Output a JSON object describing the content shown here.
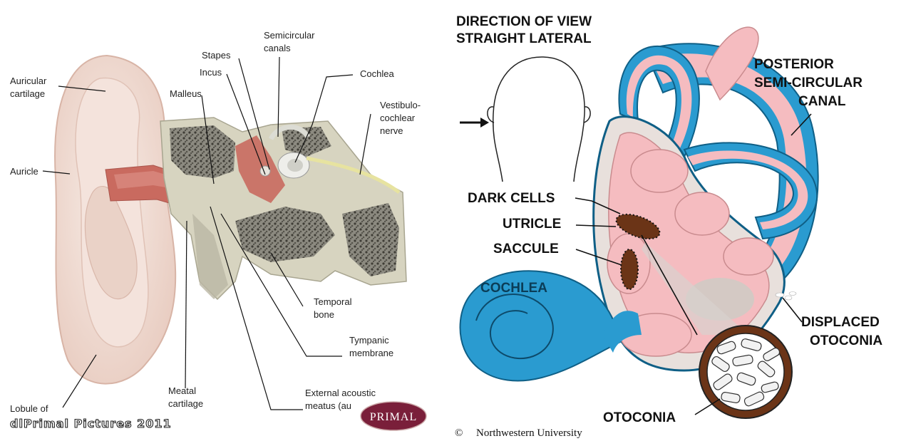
{
  "left_panel": {
    "labels": {
      "semicircular_canals": [
        "Semicircular",
        "canals"
      ],
      "stapes": "Stapes",
      "incus": "Incus",
      "cochlea": "Cochlea",
      "malleus": "Malleus",
      "auricular_cartilage": [
        "Auricular",
        "cartilage"
      ],
      "vestibulocochlear_nerve": [
        "Vestibulo-",
        "cochlear",
        "nerve"
      ],
      "auricle": "Auricle",
      "temporal_bone": [
        "Temporal",
        "bone"
      ],
      "tympanic_membrane": [
        "Tympanic",
        "membrane"
      ],
      "meatal_cartilage": [
        "Meatal",
        "cartilage"
      ],
      "external_acoustic_meatus": [
        "External acoustic",
        "meatus (au"
      ],
      "lobule": "Lobule of"
    },
    "watermark": "dlPrimal Pictures 2011",
    "logo_text": "PRIMAL"
  },
  "right_panel": {
    "heading": [
      "DIRECTION OF VIEW",
      "STRAIGHT LATERAL"
    ],
    "labels": {
      "posterior_canal": [
        "POSTERIOR",
        "SEMI-CIRCULAR",
        "CANAL"
      ],
      "dark_cells": "DARK CELLS",
      "utricle": "UTRICLE",
      "saccule": "SACCULE",
      "cochlea": "COCHLEA",
      "displaced_otoconia": [
        "DISPLACED",
        "OTOCONIA"
      ],
      "otoconia": "OTOCONIA"
    },
    "copyright_symbol": "©",
    "copyright": "Northwestern University"
  },
  "colors": {
    "skin": "#efd6cc",
    "canal_blue": "#2a9bd0",
    "membrane_pink": "#f5bcc0",
    "muscle_red": "#c96a5f",
    "bone_gray": "#c9c6b2",
    "otoconia_brown": "#7a3a1c"
  }
}
